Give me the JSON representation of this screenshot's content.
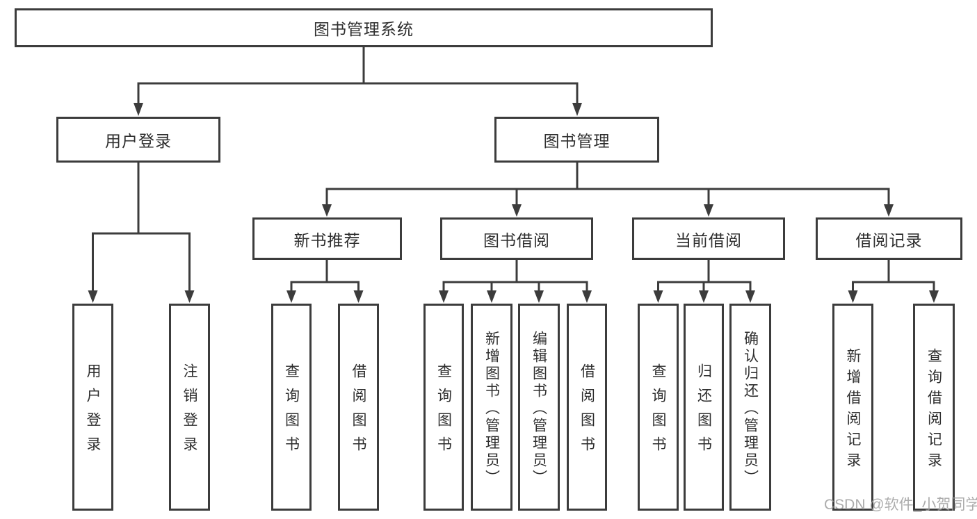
{
  "diagram": {
    "root": {
      "label": "图书管理系统"
    },
    "user_login_branch": {
      "label": "用户登录",
      "children": [
        {
          "label": "用户登录"
        },
        {
          "label": "注销登录"
        }
      ]
    },
    "book_mgmt_branch": {
      "label": "图书管理",
      "groups": [
        {
          "label": "新书推荐",
          "children": [
            {
              "label": "查询图书"
            },
            {
              "label": "借阅图书"
            }
          ]
        },
        {
          "label": "图书借阅",
          "children": [
            {
              "label": "查询图书"
            },
            {
              "label": "新增图书（管理员）"
            },
            {
              "label": "编辑图书（管理员）"
            },
            {
              "label": "借阅图书"
            }
          ]
        },
        {
          "label": "当前借阅",
          "children": [
            {
              "label": "查询图书"
            },
            {
              "label": "归还图书"
            },
            {
              "label": "确认归还（管理员）"
            }
          ]
        },
        {
          "label": "借阅记录",
          "children": [
            {
              "label": "新增借阅记录"
            },
            {
              "label": "查询借阅记录"
            }
          ]
        }
      ]
    },
    "watermark": "CSDN @软件_小贺同学"
  }
}
